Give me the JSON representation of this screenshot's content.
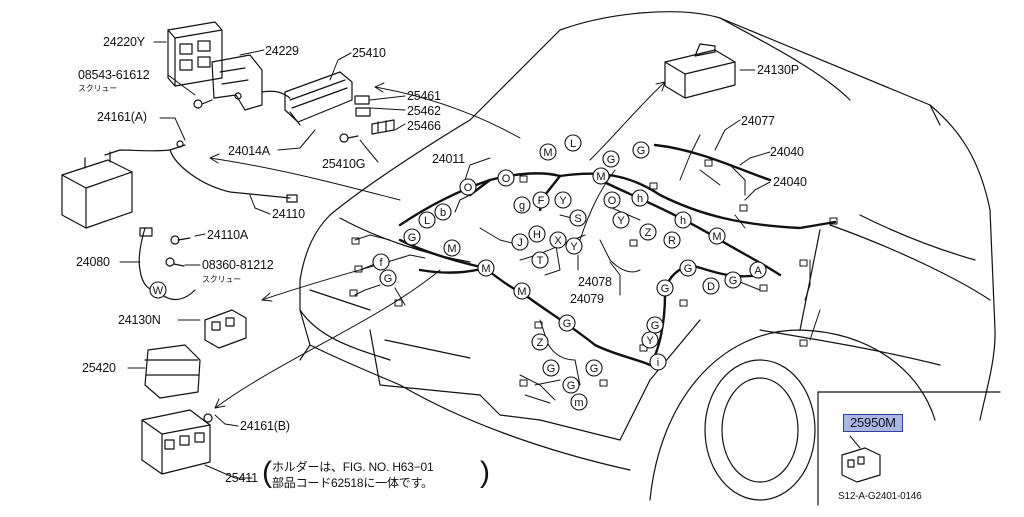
{
  "parts": {
    "p24220Y": "24220Y",
    "p24229": "24229",
    "p25410": "25410",
    "p08543": "08543-61612",
    "p25461": "25461",
    "p25462": "25462",
    "p25466": "25466",
    "p24161A": "24161(A)",
    "p24014A": "24014A",
    "p25410G": "25410G",
    "p24011": "24011",
    "p24130P": "24130P",
    "p24077": "24077",
    "p24040a": "24040",
    "p24040b": "24040",
    "p24110": "24110",
    "p24110A": "24110A",
    "p24080": "24080",
    "p08360": "08360-81212",
    "p24130N": "24130N",
    "p24078": "24078",
    "p24079": "24079",
    "p25420": "25420",
    "p24161B": "24161(B)",
    "p25411": "25411",
    "p25950M": "25950M"
  },
  "screw_labels": {
    "screw1": "スクリュー",
    "screw2": "スクリュー"
  },
  "note": {
    "line1": "ホルダーは、FIG. NO. H63−01",
    "line2": "部品コード62518に一体です。"
  },
  "diagram_code": "S12-A-G2401-0146",
  "connector_letters": [
    {
      "id": "c1",
      "t": "L"
    },
    {
      "id": "c2",
      "t": "b"
    },
    {
      "id": "c3",
      "t": "O"
    },
    {
      "id": "c4",
      "t": "O"
    },
    {
      "id": "c5",
      "t": "M"
    },
    {
      "id": "c6",
      "t": "L"
    },
    {
      "id": "c7",
      "t": "G"
    },
    {
      "id": "c8",
      "t": "G"
    },
    {
      "id": "c9",
      "t": "M"
    },
    {
      "id": "c10",
      "t": "Y"
    },
    {
      "id": "c11",
      "t": "F"
    },
    {
      "id": "c12",
      "t": "g"
    },
    {
      "id": "c13",
      "t": "h"
    },
    {
      "id": "c14",
      "t": "O"
    },
    {
      "id": "c15",
      "t": "S"
    },
    {
      "id": "c16",
      "t": "Y"
    },
    {
      "id": "c17",
      "t": "h"
    },
    {
      "id": "c18",
      "t": "J"
    },
    {
      "id": "c19",
      "t": "H"
    },
    {
      "id": "c20",
      "t": "X"
    },
    {
      "id": "c21",
      "t": "Y"
    },
    {
      "id": "c22",
      "t": "Z"
    },
    {
      "id": "c23",
      "t": "R"
    },
    {
      "id": "c24",
      "t": "M"
    },
    {
      "id": "c25",
      "t": "T"
    },
    {
      "id": "c26",
      "t": "G"
    },
    {
      "id": "c27",
      "t": "M"
    },
    {
      "id": "c28",
      "t": "M"
    },
    {
      "id": "c29",
      "t": "f"
    },
    {
      "id": "c30",
      "t": "G"
    },
    {
      "id": "c31",
      "t": "M"
    },
    {
      "id": "c32",
      "t": "G"
    },
    {
      "id": "c33",
      "t": "G"
    },
    {
      "id": "c34",
      "t": "D"
    },
    {
      "id": "c35",
      "t": "G"
    },
    {
      "id": "c36",
      "t": "A"
    },
    {
      "id": "c37",
      "t": "G"
    },
    {
      "id": "c38",
      "t": "G"
    },
    {
      "id": "c39",
      "t": "Y"
    },
    {
      "id": "c40",
      "t": "Z"
    },
    {
      "id": "c41",
      "t": "G"
    },
    {
      "id": "c42",
      "t": "G"
    },
    {
      "id": "c43",
      "t": "G"
    },
    {
      "id": "c44",
      "t": "i"
    },
    {
      "id": "c45",
      "t": "m"
    },
    {
      "id": "c46",
      "t": "W"
    }
  ],
  "colors": {
    "line": "#111111",
    "highlight": "#a9b6e6",
    "highlight_border": "#2f3f9a"
  }
}
